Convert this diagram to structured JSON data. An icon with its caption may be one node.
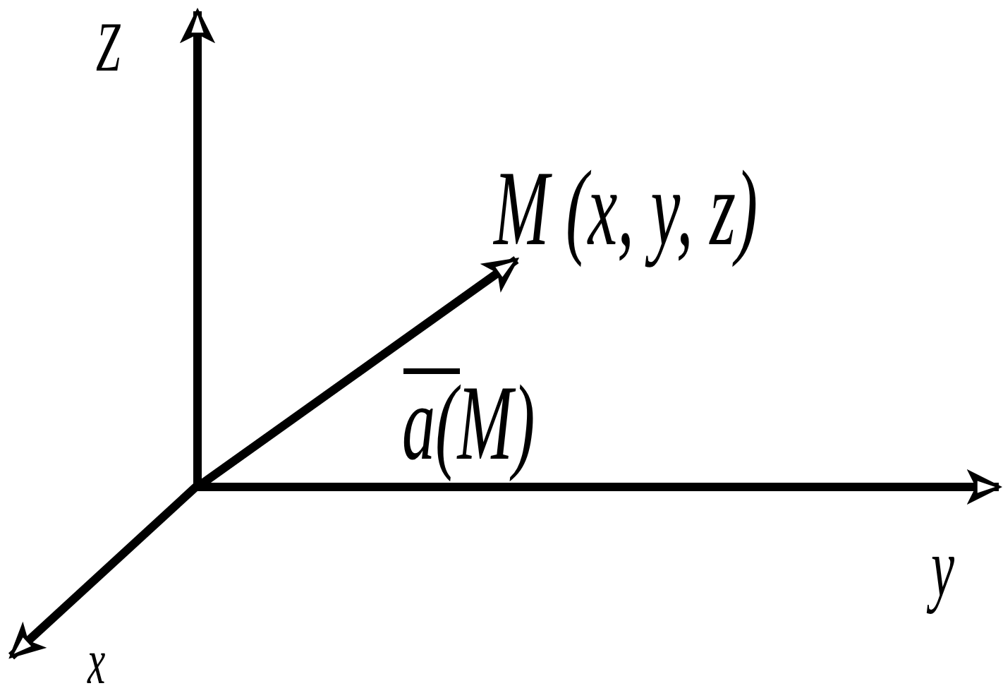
{
  "diagram": {
    "labels": [
      "Z",
      "M (x, y, z)",
      "a(M)",
      "y",
      "x"
    ]
  }
}
